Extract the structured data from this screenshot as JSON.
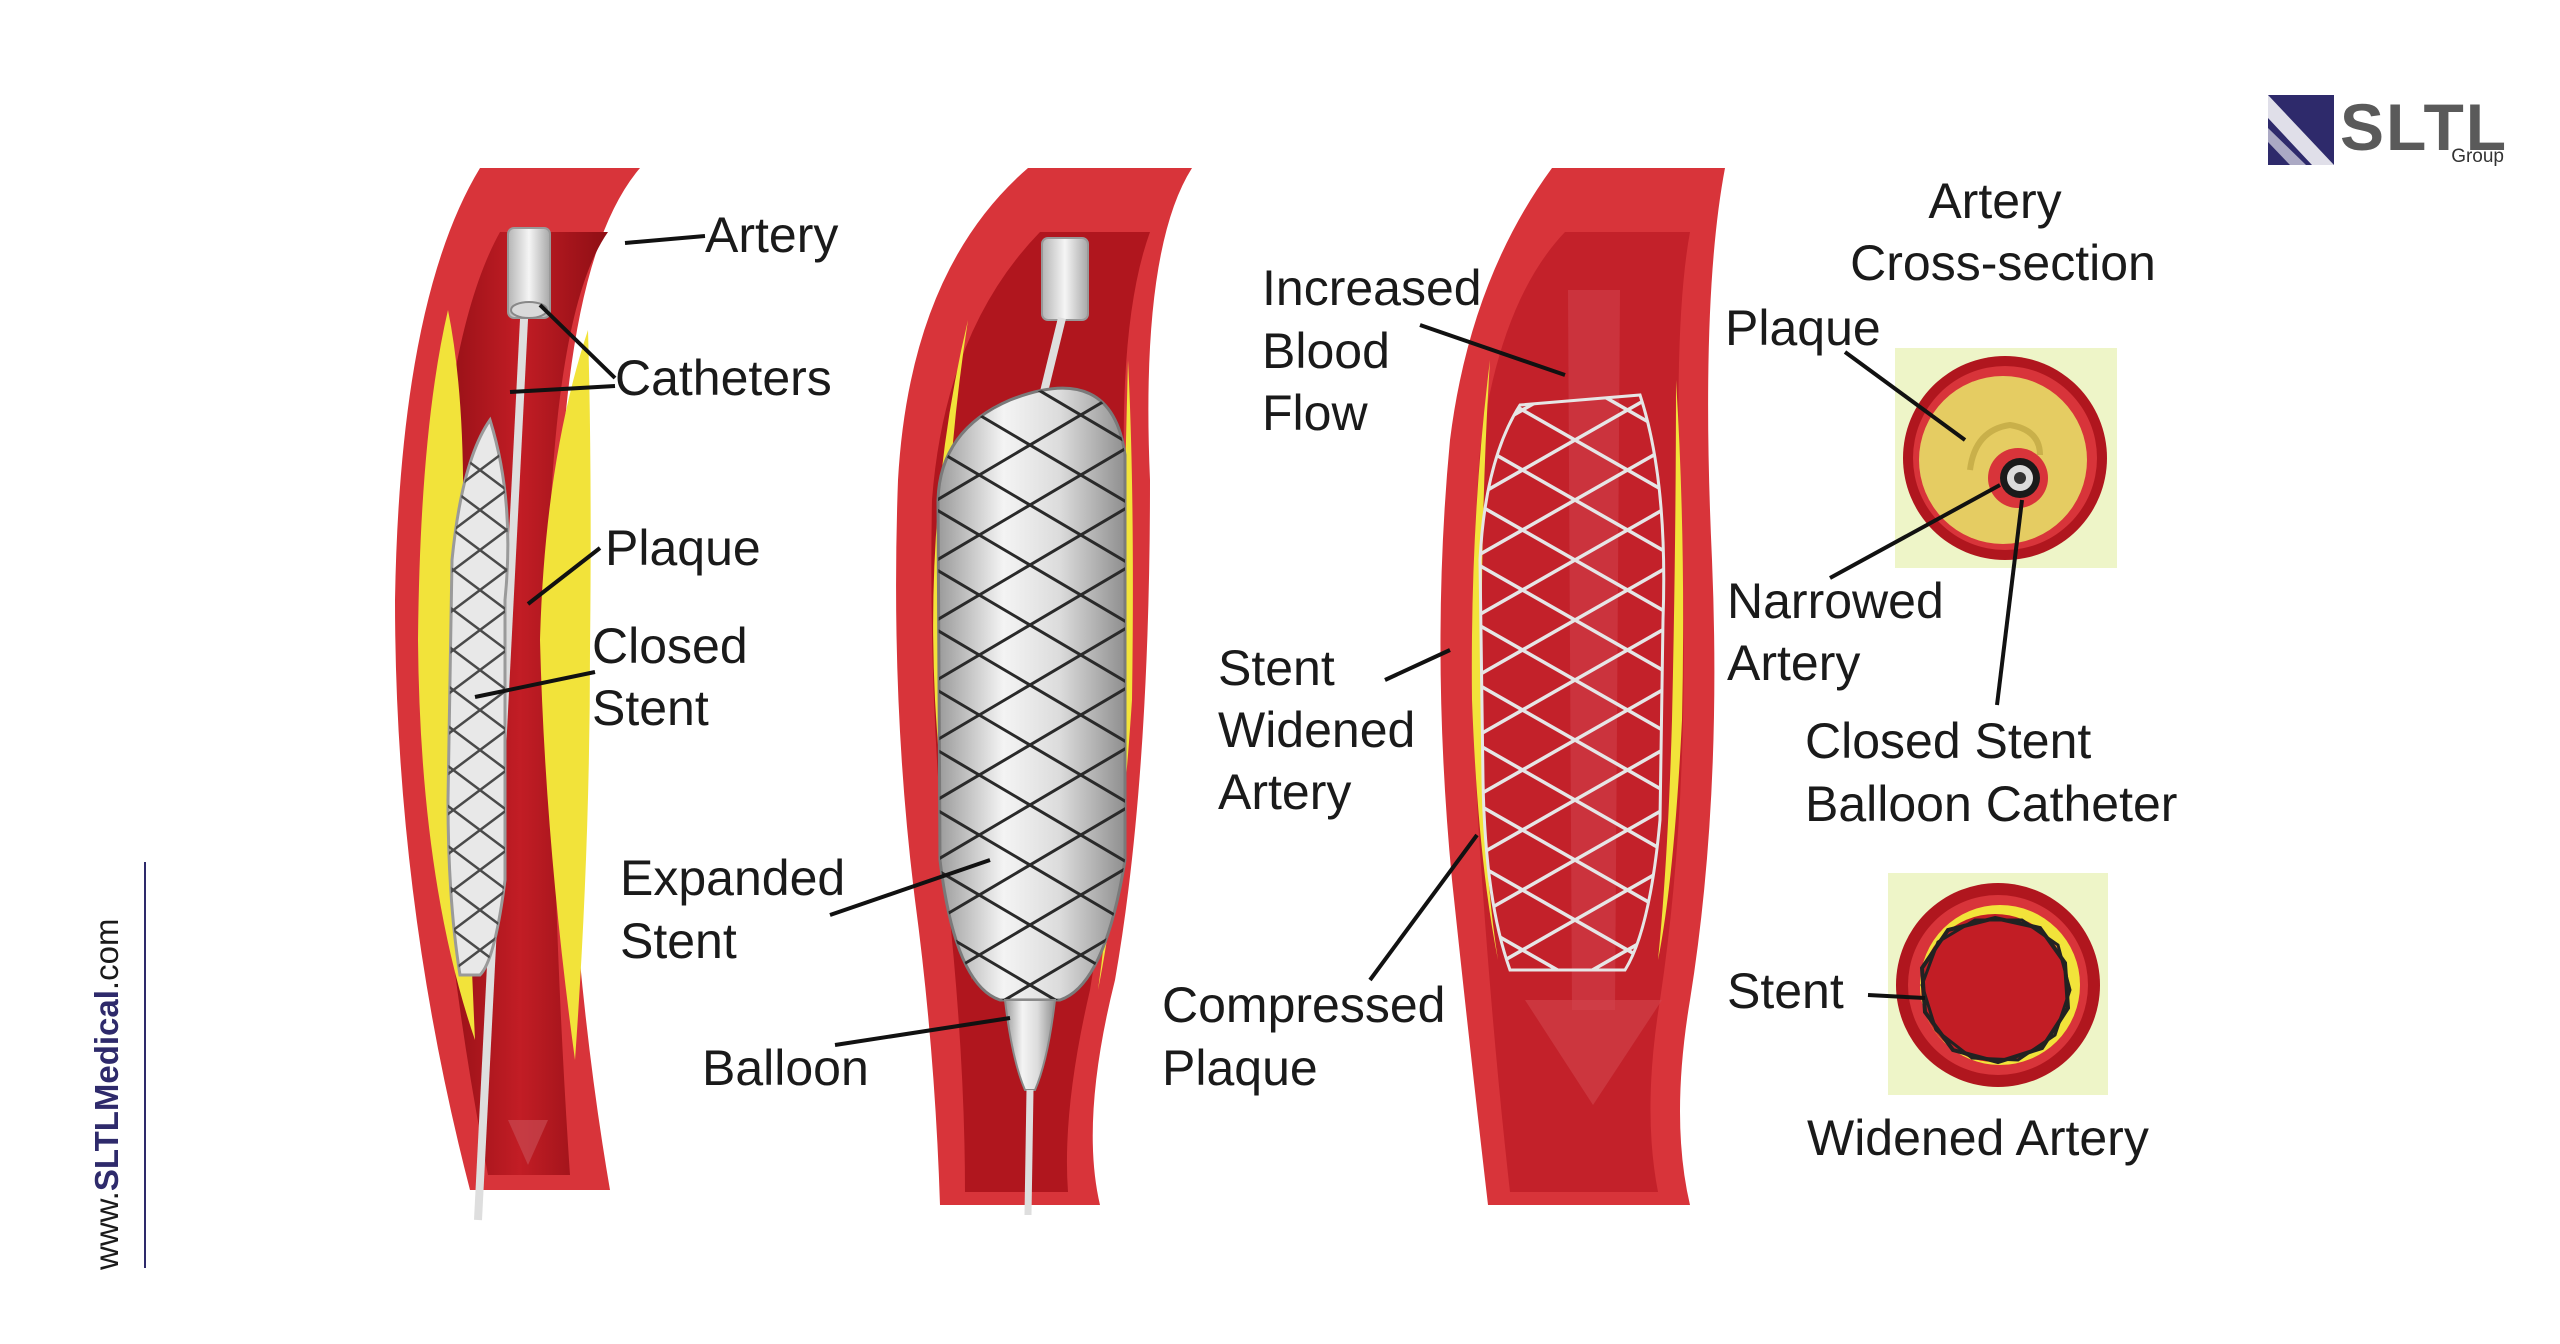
{
  "brand": {
    "name": "SLTL",
    "subtitle": "Group",
    "colors": {
      "navy": "#2e2a6b",
      "gray": "#5a5a5a"
    }
  },
  "side_text": {
    "prefix": "www.",
    "brand": "SLTLMedical",
    "suffix": ".com"
  },
  "panels": {
    "p1": {
      "artery": "Artery",
      "catheters": "Catheters",
      "plaque": "Plaque",
      "closed_stent": [
        "Closed",
        "Stent"
      ]
    },
    "p2": {
      "expanded_stent": [
        "Expanded",
        "Stent"
      ],
      "balloon": "Balloon"
    },
    "p3": {
      "increased_blood_flow": [
        "Increased",
        "Blood",
        "Flow"
      ],
      "stent_widened_artery": [
        "Stent",
        "Widened",
        "Artery"
      ],
      "compressed_plaque": [
        "Compressed",
        "Plaque"
      ]
    },
    "p4": {
      "title": [
        "Artery",
        "Cross-section"
      ],
      "plaque": "Plaque",
      "narrowed_artery": [
        "Narrowed",
        "Artery"
      ],
      "closed_stent_balloon_catheter": [
        "Closed Stent",
        "Balloon Catheter"
      ],
      "stent": "Stent",
      "widened_artery": "Widened Artery"
    }
  },
  "colors": {
    "artery_wall": "#d8343a",
    "artery_lumen": "#b0161e",
    "plaque": "#f2e33a",
    "stent": "#c9c9c9",
    "background_box": "#eef5c8"
  }
}
